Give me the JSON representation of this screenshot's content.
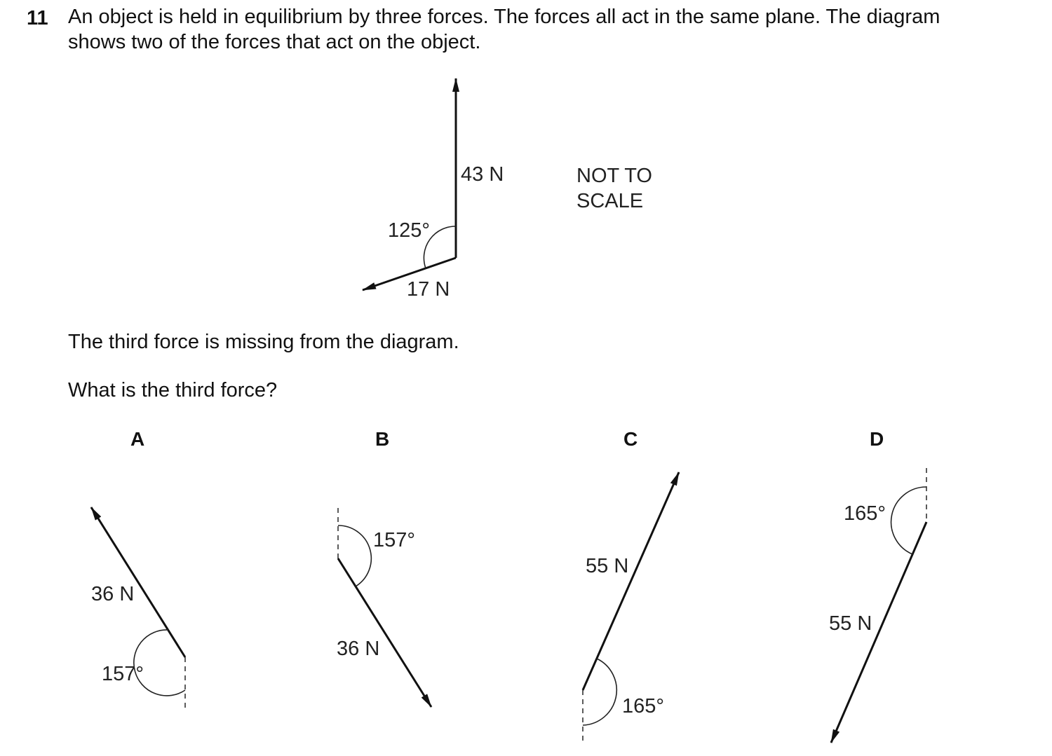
{
  "question": {
    "number": "11",
    "line1": "An object is held in equilibrium by three forces. The forces all act in the same plane. The diagram",
    "line2": "shows two of the forces that act on the object.",
    "missing_text": "The third force is missing from the diagram.",
    "prompt": "What is the third force?"
  },
  "diagram": {
    "force_vertical_label": "43 N",
    "force_lower_label": "17 N",
    "angle_label": "125°",
    "note_line1": "NOT TO",
    "note_line2": "SCALE"
  },
  "options": [
    {
      "letter": "A",
      "force_label": "36 N",
      "angle_label": "157°"
    },
    {
      "letter": "B",
      "force_label": "36 N",
      "angle_label": "157°"
    },
    {
      "letter": "C",
      "force_label": "55 N",
      "angle_label": "165°"
    },
    {
      "letter": "D",
      "force_label": "55 N",
      "angle_label": "165°"
    }
  ]
}
